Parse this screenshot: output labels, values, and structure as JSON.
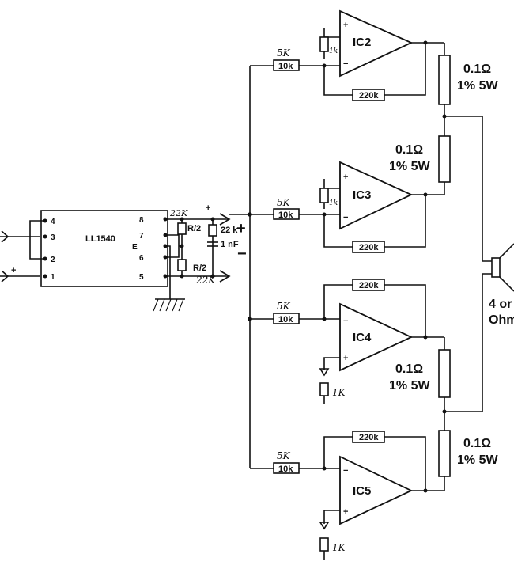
{
  "transformer": {
    "name": "LL1540",
    "pins": [
      "4",
      "3",
      "2",
      "1",
      "8",
      "7",
      "E",
      "6",
      "5"
    ]
  },
  "input": {
    "plus": "+"
  },
  "divider": {
    "r_upper": "R/2",
    "r_lower": "R/2",
    "r_upper_hand": "22K",
    "r_lower_hand": "22K",
    "r_mid": "22 k",
    "cap": "1 nF",
    "plus": "+",
    "minus": "−",
    "out_plus": "+",
    "out_minus": "−"
  },
  "amps": [
    {
      "name": "IC2",
      "in_res": "10k",
      "in_res_hand": "5K",
      "fb_res": "220k",
      "trim": "1k",
      "plus": "+",
      "minus": "−"
    },
    {
      "name": "IC3",
      "in_res": "10k",
      "in_res_hand": "5K",
      "fb_res": "220k",
      "trim": "1k",
      "plus": "+",
      "minus": "−"
    },
    {
      "name": "IC4",
      "in_res": "10k",
      "in_res_hand": "5K",
      "fb_res": "220k",
      "trim": "1K",
      "plus": "+",
      "minus": "−"
    },
    {
      "name": "IC5",
      "in_res": "10k",
      "in_res_hand": "5K",
      "fb_res": "220k",
      "trim": "1K",
      "plus": "+",
      "minus": "−"
    }
  ],
  "output_resistors": [
    {
      "value": "0.1Ω",
      "spec": "1% 5W"
    },
    {
      "value": "0.1Ω",
      "spec": "1% 5W"
    },
    {
      "value": "0.1Ω",
      "spec": "1% 5W"
    },
    {
      "value": "0.1Ω",
      "spec": "1% 5W"
    }
  ],
  "speaker": {
    "label_line1": "4 or",
    "label_line2": "Ohm"
  }
}
